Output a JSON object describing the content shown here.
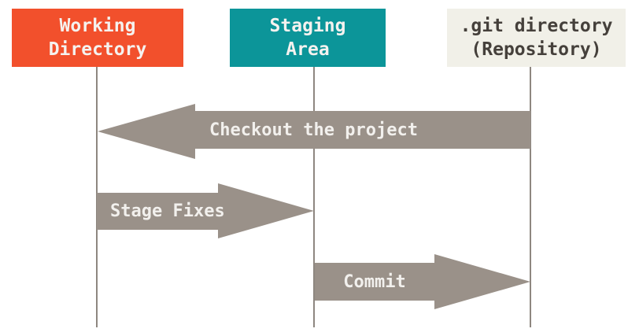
{
  "diagram": {
    "columns": [
      {
        "id": "working-directory",
        "label_line1": "Working",
        "label_line2": "Directory",
        "bg_color": "#F2502C",
        "text_color": "#F5F2EF"
      },
      {
        "id": "staging-area",
        "label_line1": "Staging",
        "label_line2": "Area",
        "bg_color": "#0C9599",
        "text_color": "#F5F2EF"
      },
      {
        "id": "git-directory",
        "label_line1": ".git directory",
        "label_line2": "(Repository)",
        "bg_color": "#F1F0E8",
        "text_color": "#45403B"
      }
    ],
    "arrows": [
      {
        "id": "checkout",
        "label": "Checkout the project",
        "direction": "left",
        "from": "git-directory",
        "to": "working-directory"
      },
      {
        "id": "stage-fixes",
        "label": "Stage Fixes",
        "direction": "right",
        "from": "working-directory",
        "to": "staging-area"
      },
      {
        "id": "commit",
        "label": "Commit",
        "direction": "right",
        "from": "staging-area",
        "to": "git-directory"
      }
    ],
    "colors": {
      "arrow": "#9A9189",
      "arrow_text": "#F2F0ED",
      "lifeline": "#8E8780",
      "background": "#FFFFFF"
    }
  }
}
